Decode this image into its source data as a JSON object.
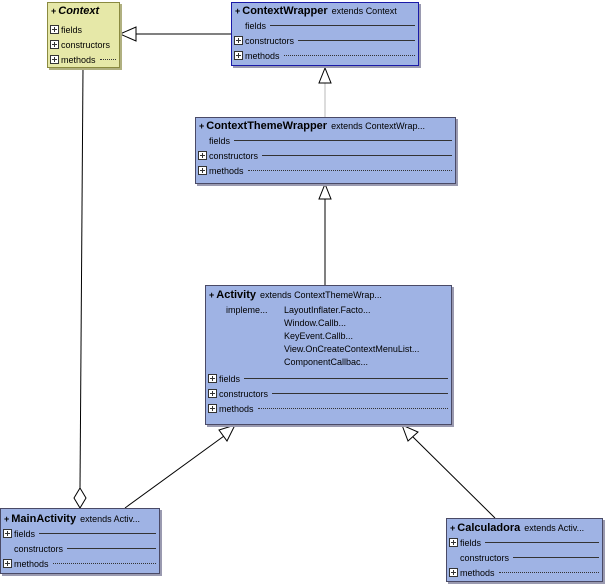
{
  "classes": {
    "context": {
      "plus": "+",
      "name": "Context",
      "sections": [
        "fields",
        "constructors",
        "methods"
      ]
    },
    "context_wrapper": {
      "plus": "+",
      "name": "ContextWrapper",
      "ext_kw": "extends",
      "ext": "Context",
      "sections": [
        "fields",
        "constructors",
        "methods"
      ]
    },
    "context_theme_wrapper": {
      "plus": "+",
      "name": "ContextThemeWrapper",
      "ext_kw": "extends",
      "ext": "ContextWrap...",
      "sections": [
        "fields",
        "constructors",
        "methods"
      ]
    },
    "activity": {
      "plus": "+",
      "name": "Activity",
      "ext_kw": "extends",
      "ext": "ContextThemeWrap...",
      "impl_kw": "impleme...",
      "implements": [
        "LayoutInflater.Facto...",
        "Window.Callb...",
        "KeyEvent.Callb...",
        "View.OnCreateContextMenuList...",
        "ComponentCallbac..."
      ],
      "sections": [
        "fields",
        "constructors",
        "methods"
      ]
    },
    "main_activity": {
      "plus": "+",
      "name": "MainActivity",
      "ext_kw": "extends",
      "ext": "Activ...",
      "sections": [
        "fields",
        "constructors",
        "methods"
      ]
    },
    "calculadora": {
      "plus": "+",
      "name": "Calculadora",
      "ext_kw": "extends",
      "ext": "Activ...",
      "sections": [
        "fields",
        "constructors",
        "methods"
      ]
    }
  },
  "colors": {
    "class_fill": "#9fb3e4",
    "abstract_fill": "#e6e8a8",
    "selected_border": "#1a1aa8",
    "edge": "#000000"
  }
}
